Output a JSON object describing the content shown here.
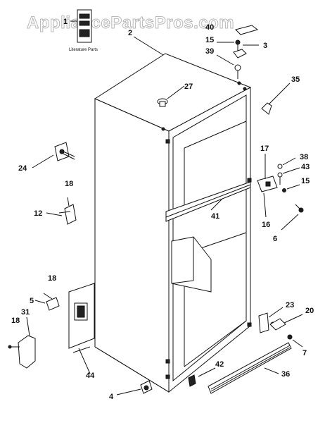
{
  "watermark": "AppliancePartsPros.com",
  "literature_label": "Literature Parts",
  "callouts": {
    "c1": "1",
    "c2": "2",
    "c3": "3",
    "c4": "4",
    "c5": "5",
    "c6": "6",
    "c7": "7",
    "c12": "12",
    "c15a": "15",
    "c15b": "15",
    "c16": "16",
    "c17": "17",
    "c18a": "18",
    "c18b": "18",
    "c18c": "18",
    "c20": "20",
    "c23": "23",
    "c24": "24",
    "c27": "27",
    "c31": "31",
    "c35": "35",
    "c36": "36",
    "c38": "38",
    "c39": "39",
    "c40": "40",
    "c41": "41",
    "c42": "42",
    "c43": "43",
    "c44": "44"
  }
}
